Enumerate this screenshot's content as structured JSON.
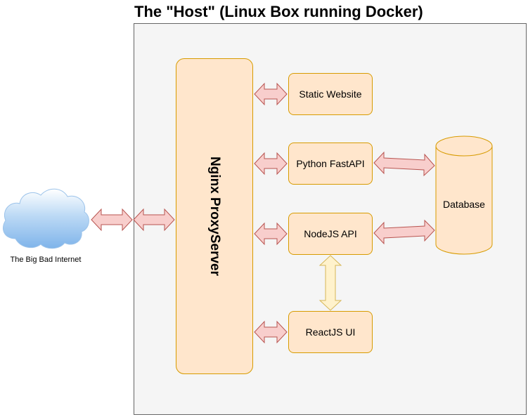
{
  "host": {
    "title": "The \"Host\" (Linux Box running Docker)"
  },
  "internet": {
    "label": "The Big Bad Internet",
    "icon": "cloud-icon"
  },
  "proxy": {
    "label": "Nginx ProxyServer"
  },
  "services": {
    "static_website": "Static Website",
    "python_fastapi": "Python FastAPI",
    "nodejs_api": "NodeJS API",
    "reactjs_ui": "ReactJS UI"
  },
  "database": {
    "label": "Database"
  },
  "colors": {
    "node_fill": "#ffe6cc",
    "node_stroke": "#d79b00",
    "arrow_red_fill": "#f8cecc",
    "arrow_red_stroke": "#b85450",
    "arrow_yellow_fill": "#fff2cc",
    "arrow_yellow_stroke": "#d6b656",
    "host_fill": "#f5f5f5",
    "host_stroke": "#666666",
    "cloud_fill": "#dae8fc"
  }
}
